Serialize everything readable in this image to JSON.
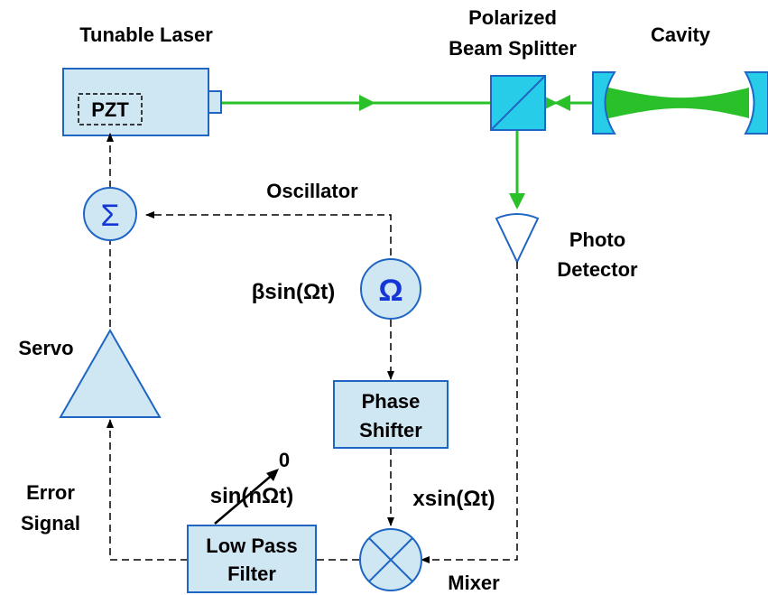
{
  "colors": {
    "component_fill": "#cfe6f3",
    "component_stroke": "#1f66c4",
    "beam": "#2ac02a",
    "splitter_fill": "#27cde8",
    "mirror_fill": "#27cde8",
    "symbol": "#1536d6"
  },
  "labels": {
    "tunable_laser": "Tunable Laser",
    "pzt": "PZT",
    "polarized_line1": "Polarized",
    "polarized_line2": "Beam Splitter",
    "cavity": "Cavity",
    "oscillator": "Oscillator",
    "photo_line1": "Photo",
    "photo_line2": "Detector",
    "beta_sin": "βsin(Ωt)",
    "omega": "Ω",
    "sigma": "Σ",
    "servo": "Servo",
    "phase_line1": "Phase",
    "phase_line2": "Shifter",
    "x_sin": "xsin(Ωt)",
    "zero": "0",
    "sin_n": "sin(nΩt)",
    "error_line1": "Error",
    "error_line2": "Signal",
    "lpf_line1": "Low Pass",
    "lpf_line2": "Filter",
    "mixer": "Mixer"
  }
}
